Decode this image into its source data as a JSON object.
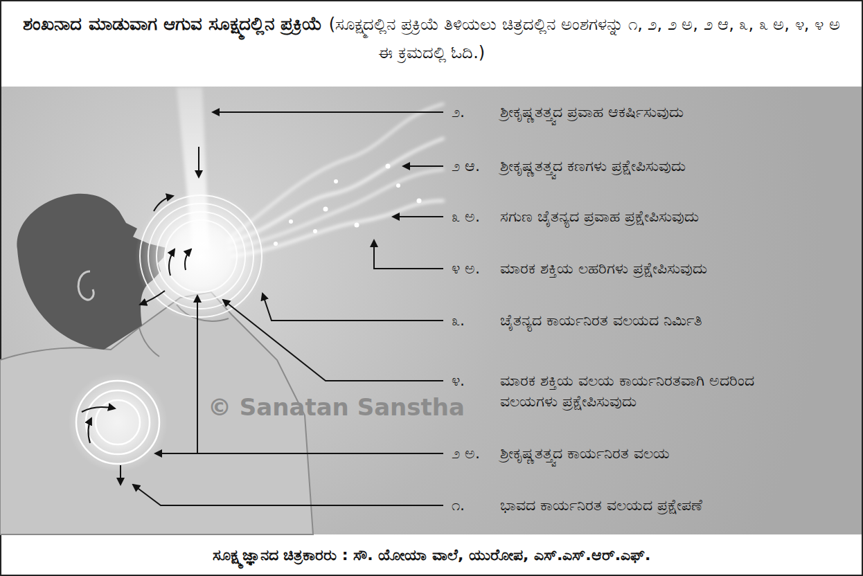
{
  "diagram": {
    "title": "ಶಂಖನಾದ ಮಾಡುವಾಗ ಆಗುವ ಸೂಕ್ಷ್ಮದಲ್ಲಿನ ಪ್ರಕ್ರಿಯೆ",
    "caption": "ಸೂಕ್ಷ್ಮಜ್ಞಾನದ ಚಿತ್ರಕಾರರು : ಸೌ. ಯೋಯಾ ವಾಲೆ, ಯುರೋಪ, ಎಸ್.ಎಸ್.ಆರ್.ಎಫ್.",
    "labels": [
      "(ಸೂಕ್ಷ್ಮದಲ್ಲಿನ ಪ್ರಕ್ರಿಯೆ ತಿಳಿಯಲು ಚಿತ್ರದಲ್ಲಿನ ಅಂಶಗಳನ್ನು ೧, ೨, ೨ ಅ, ೨ ಆ, ೩, ೩ ಅ, ೪, ೪ ಅ ಈ ಕ್ರಮದಲ್ಲಿ ಓದಿ.)",
      "೨.",
      "ಶ್ರೀಕೃಷ್ಣತತ್ತ್ವದ ಪ್ರವಾಹ ಆಕರ್ಷಿಸುವುದು",
      "೨ ಆ.",
      "ಶ್ರೀಕೃಷ್ಣತತ್ತ್ವದ ಕಣಗಳು ಪ್ರಕ್ಷೇಪಿಸುವುದು",
      "೩ ಅ.",
      "ಸಗುಣ ಚೈತನ್ಯದ ಪ್ರವಾಹ ಪ್ರಕ್ಷೇಪಿಸುವುದು",
      "೪ ಅ.",
      "ಮಾರಕ ಶಕ್ತಿಯ ಲಹರಿಗಳು ಪ್ರಕ್ಷೇಪಿಸುವುದು",
      "೩.",
      "ಚೈತನ್ಯದ ಕಾರ್ಯನಿರತ ವಲಯದ ನಿರ್ಮಿತಿ",
      "೪.",
      "ಮಾರಕ ಶಕ್ತಿಯ ವಲಯ ಕಾರ್ಯನಿರತವಾಗಿ ಅದರಿಂದ ವಲಯಗಳು ಪ್ರಕ್ಷೇಪಿಸುವುದು",
      "೨ ಅ.",
      "ಶ್ರೀಕೃಷ್ಣತತ್ತ್ವದ ಕಾರ್ಯನಿರತ ವಲಯ",
      "೧.",
      "ಭಾವದ ಕಾರ್ಯನಿರತ ವಲಯದ ಪ್ರಕ್ಷೇಪಣೆ",
      "© Sanatan Sanstha"
    ]
  }
}
